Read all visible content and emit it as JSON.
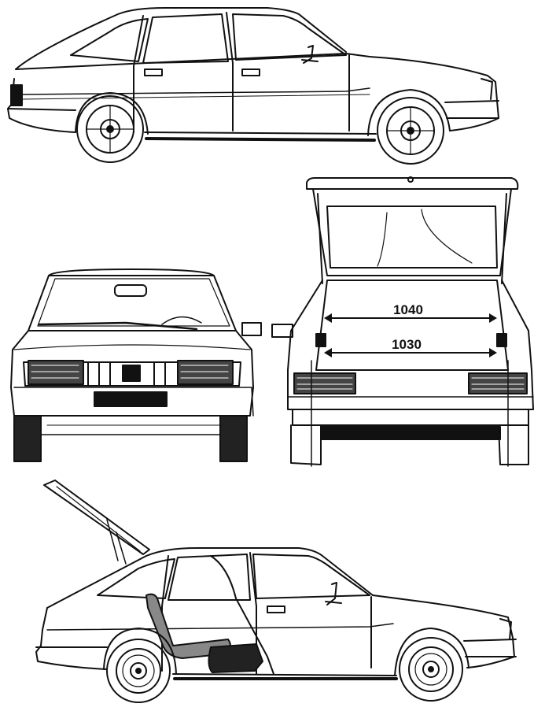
{
  "diagram": {
    "views": [
      {
        "name": "side-view"
      },
      {
        "name": "front-view"
      },
      {
        "name": "rear-view-tailgate-open"
      },
      {
        "name": "side-view-cutaway"
      }
    ],
    "dimensions": {
      "upper_width": "1040",
      "lower_width": "1030"
    }
  }
}
